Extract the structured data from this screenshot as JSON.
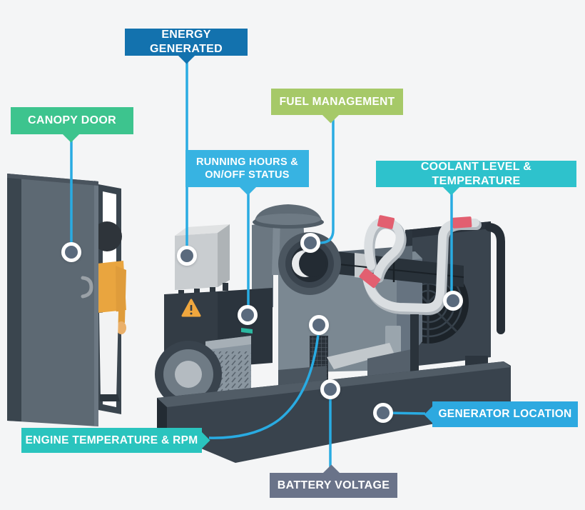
{
  "background_color": "#f4f5f6",
  "connector": {
    "color": "#29abe2"
  },
  "marker_style": {
    "fill": "#5a6a7d",
    "ring": "#ffffff"
  },
  "callouts": {
    "energy_generated": {
      "label": "ENERGY GENERATED",
      "color": "#1372ae"
    },
    "fuel_management": {
      "label": "FUEL MANAGEMENT",
      "color": "#a6c968"
    },
    "canopy_door": {
      "label": "CANOPY DOOR",
      "color": "#3dc48e"
    },
    "running_hours": {
      "label_line1": "RUNNING HOURS &",
      "label_line2": "ON/OFF STATUS",
      "color": "#37b3e2"
    },
    "coolant": {
      "label": "COOLANT LEVEL & TEMPERATURE",
      "color": "#2ec2cc"
    },
    "generator_location": {
      "label": "GENERATOR LOCATION",
      "color": "#2da9e0"
    },
    "engine_temperature": {
      "label": "ENGINE TEMPERATURE & RPM",
      "color": "#2ac4be"
    },
    "battery_voltage": {
      "label": "BATTERY VOLTAGE",
      "color": "#6a7389"
    }
  },
  "hotspots": [
    "canopy-door",
    "energy-generated",
    "fuel-management",
    "running-hours",
    "engine-temperature-rpm",
    "coolant-level-temperature",
    "battery-voltage",
    "generator-location"
  ],
  "illustration_accents": {
    "hose_band_red": "#e25f70",
    "warning_yellow": "#f0a73e",
    "person_shirt_orange": "#e9a53f",
    "led_teal": "#2bb7a0"
  }
}
